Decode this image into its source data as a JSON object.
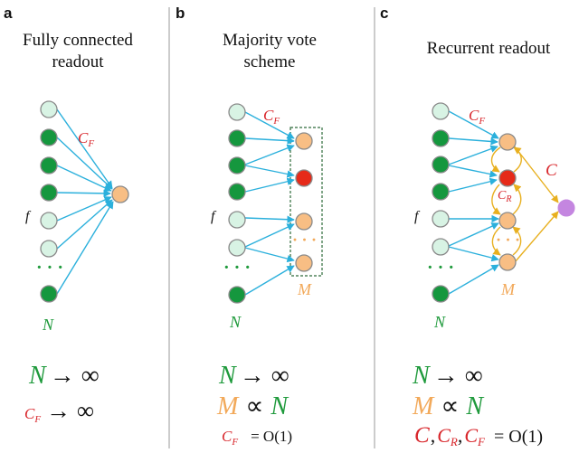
{
  "colors": {
    "green": "#1f9a3c",
    "red_text": "#d8262b",
    "orange_text": "#f2a95a",
    "edge_blue": "#2bb0dc",
    "edge_gold": "#e8b020",
    "node_light": "#d8f3e4",
    "node_green": "#15973e",
    "node_orange": "#f8be84",
    "node_red": "#e62a19",
    "node_purple": "#c486e0",
    "divider": "#9a9a9a"
  },
  "panels": [
    {
      "letter": "a",
      "title_line1": "Fully connected",
      "title_line2": "readout",
      "edge_label": "C",
      "edge_label_sub": "F",
      "input_label": "f",
      "dots": "· · ·",
      "n_label": "N",
      "eq1_lhs": "N",
      "eq1_op": "→ ∞",
      "eq2_lhs": "C",
      "eq2_lhs_sub": "F",
      "eq2_op": "→ ∞"
    },
    {
      "letter": "b",
      "title_line1": "Majority vote",
      "title_line2": "scheme",
      "edge_label": "C",
      "edge_label_sub": "F",
      "input_label": "f",
      "dots": "· · ·",
      "readout_dots": "· · ·",
      "n_label": "N",
      "m_label": "M",
      "eq1_lhs": "N",
      "eq1_op": "→ ∞",
      "eq2_lhs": "M",
      "eq2_op": "∝",
      "eq2_rhs": "N",
      "eq3_lhs": "C",
      "eq3_lhs_sub": "F",
      "eq3_rhs": "= O(1)"
    },
    {
      "letter": "c",
      "title_line1": "Recurrent readout",
      "edge_label": "C",
      "edge_label_sub": "F",
      "recurrent_label": "C",
      "recurrent_label_sub": "R",
      "output_label": "C",
      "input_label": "f",
      "dots": "· · ·",
      "readout_dots": "· · ·",
      "n_label": "N",
      "m_label": "M",
      "eq1_lhs": "N",
      "eq1_op": "→ ∞",
      "eq2_lhs": "M",
      "eq2_op": "∝",
      "eq2_rhs": "N",
      "eq3_c": "C",
      "eq3_cr": "C",
      "eq3_cr_sub": "R",
      "eq3_cf": "C",
      "eq3_cf_sub": "F",
      "eq3_rhs": "= O(1)"
    }
  ]
}
